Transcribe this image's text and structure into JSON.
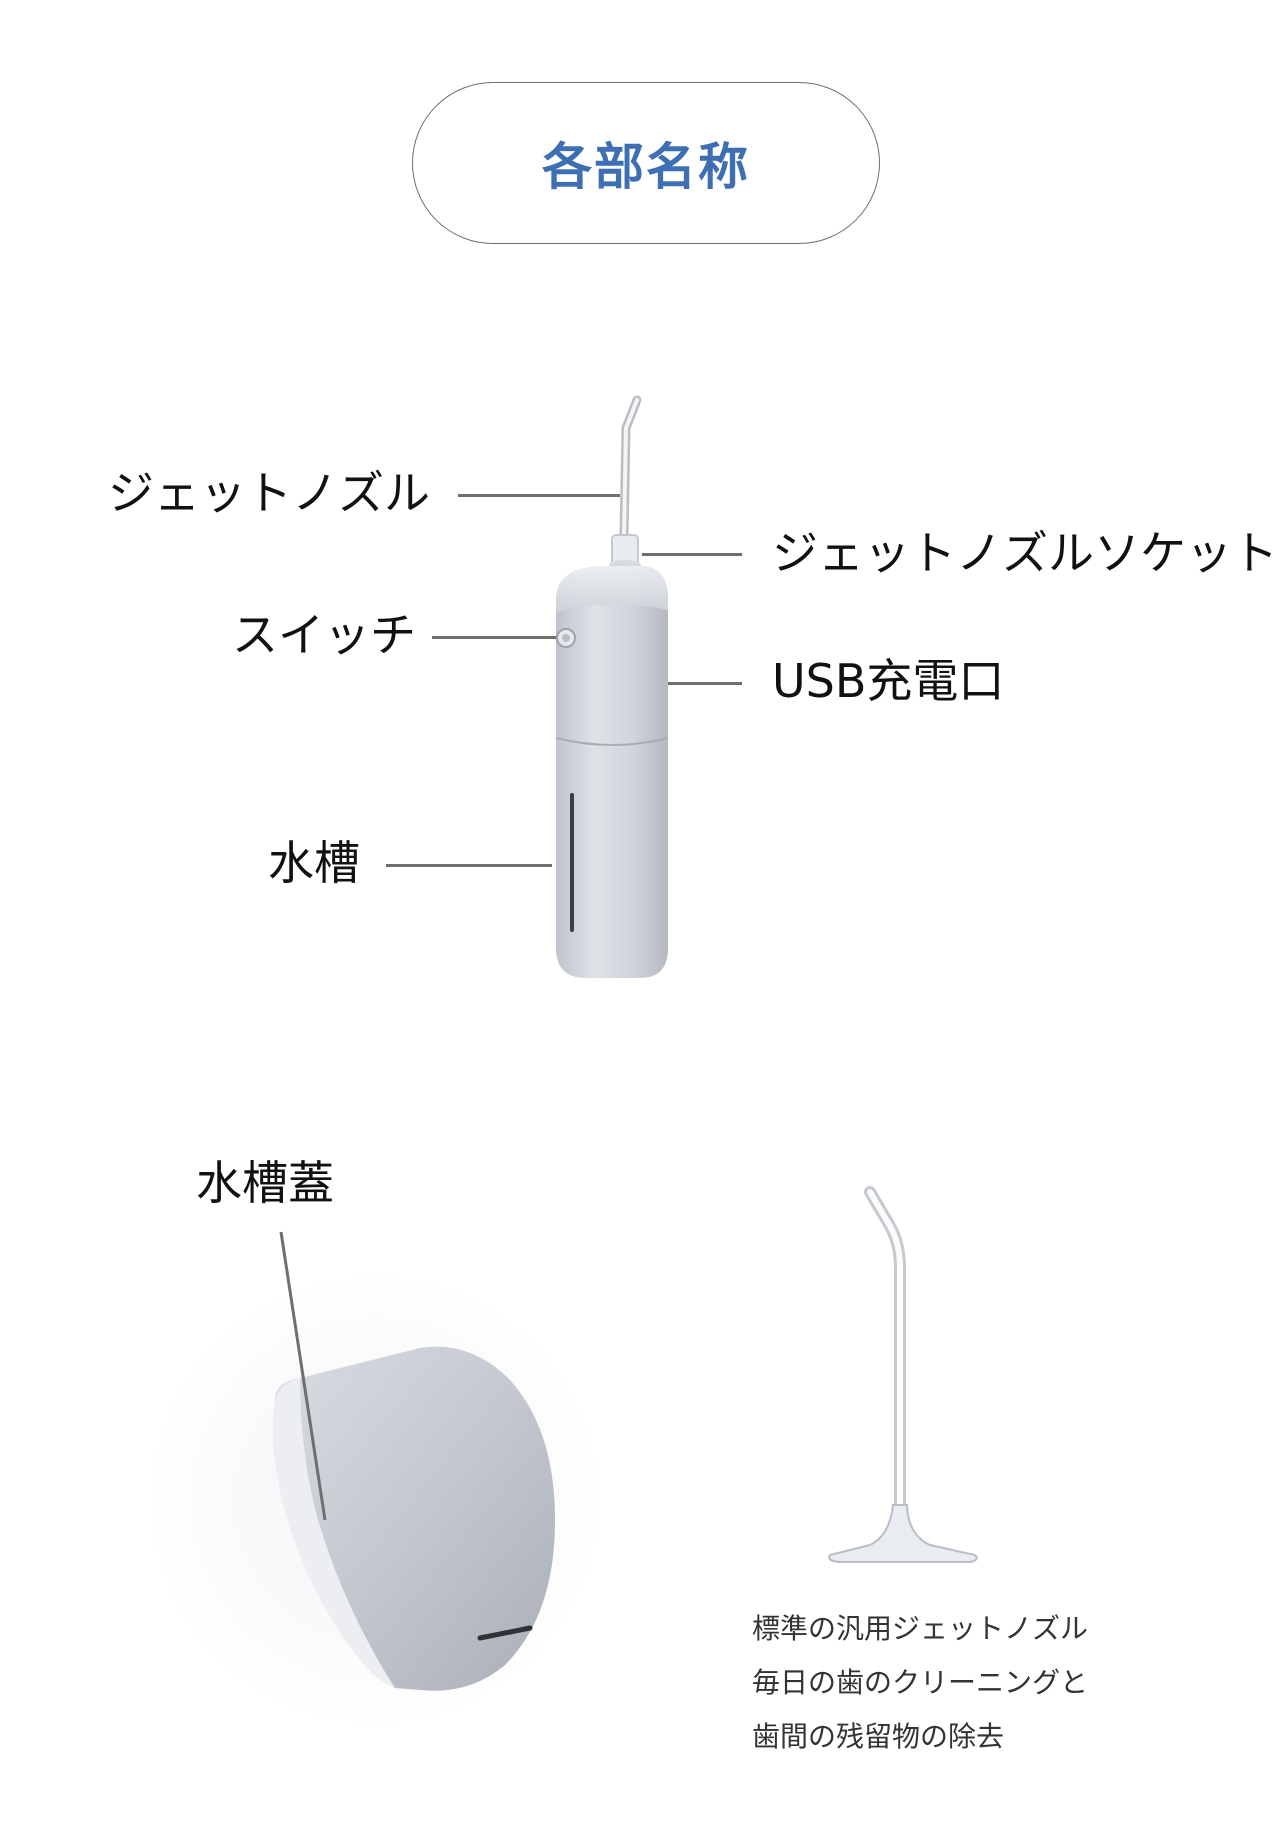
{
  "section_title": "各部名称",
  "labels": {
    "jet_nozzle": "ジェットノズル",
    "nozzle_socket": "ジェットノズルソケット",
    "switch": "スイッチ",
    "usb_port": "USB充電口",
    "water_tank": "水槽",
    "tank_lid": "水槽蓋"
  },
  "nozzle_description": [
    "標準の汎用ジェットノズル",
    "毎日の歯のクリーニングと",
    "歯間の残留物の除去"
  ],
  "colors": {
    "accent": "#3f6fb3",
    "pill_border": "#6e6e6e",
    "leader_line": "#6f6f6f",
    "device_silver": "#c9ced6"
  }
}
